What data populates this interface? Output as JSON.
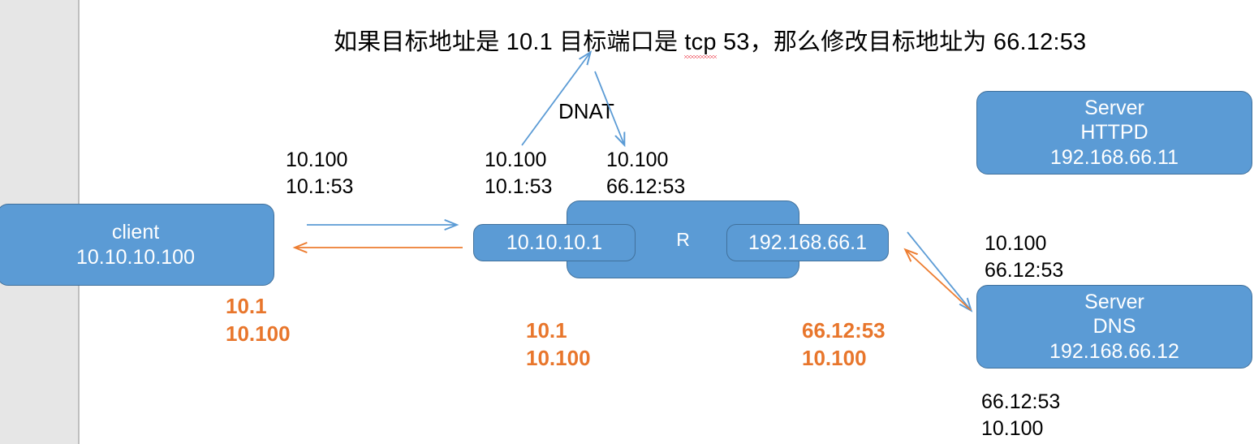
{
  "title": {
    "prefix": "如果目标地址是 10.1 目标端口是 ",
    "flagged_word": "tcp",
    "suffix": " 53，那么修改目标地址为 66.12:53"
  },
  "labels": {
    "dnat": "DNAT"
  },
  "nodes": {
    "client": {
      "name": "client",
      "ip": "10.10.10.100"
    },
    "router": {
      "name": "R",
      "lan_interface": "10.10.10.1",
      "wan_interface": "192.168.66.1"
    },
    "server_httpd": {
      "role": "Server",
      "service": "HTTPD",
      "ip": "192.168.66.11"
    },
    "server_dns": {
      "role": "Server",
      "service": "DNS",
      "ip": "192.168.66.12"
    }
  },
  "packet_labels": {
    "client_out": {
      "src": "10.100",
      "dst": "10.1:53"
    },
    "router_in": {
      "src": "10.100",
      "dst": "10.1:53"
    },
    "router_out": {
      "src": "10.100",
      "dst": "66.12:53"
    },
    "dns_in": {
      "src": "10.100",
      "dst": "66.12:53"
    },
    "dns_out": {
      "src": "66.12:53",
      "dst": "10.100"
    }
  },
  "orange_labels": {
    "client_side": {
      "line1": "10.1",
      "line2": "10.100"
    },
    "router_lan": {
      "line1": "10.1",
      "line2": "10.100"
    },
    "router_wan": {
      "line1": "66.12:53",
      "line2": "10.100"
    }
  },
  "colors": {
    "node_fill": "#5B9BD5",
    "node_stroke": "#41719C",
    "request_arrow": "#5B9BD5",
    "reply_arrow": "#ED7D31",
    "orange_text": "#E8762C",
    "gutter": "#E6E6E6",
    "spellcheck": "#E81123"
  }
}
